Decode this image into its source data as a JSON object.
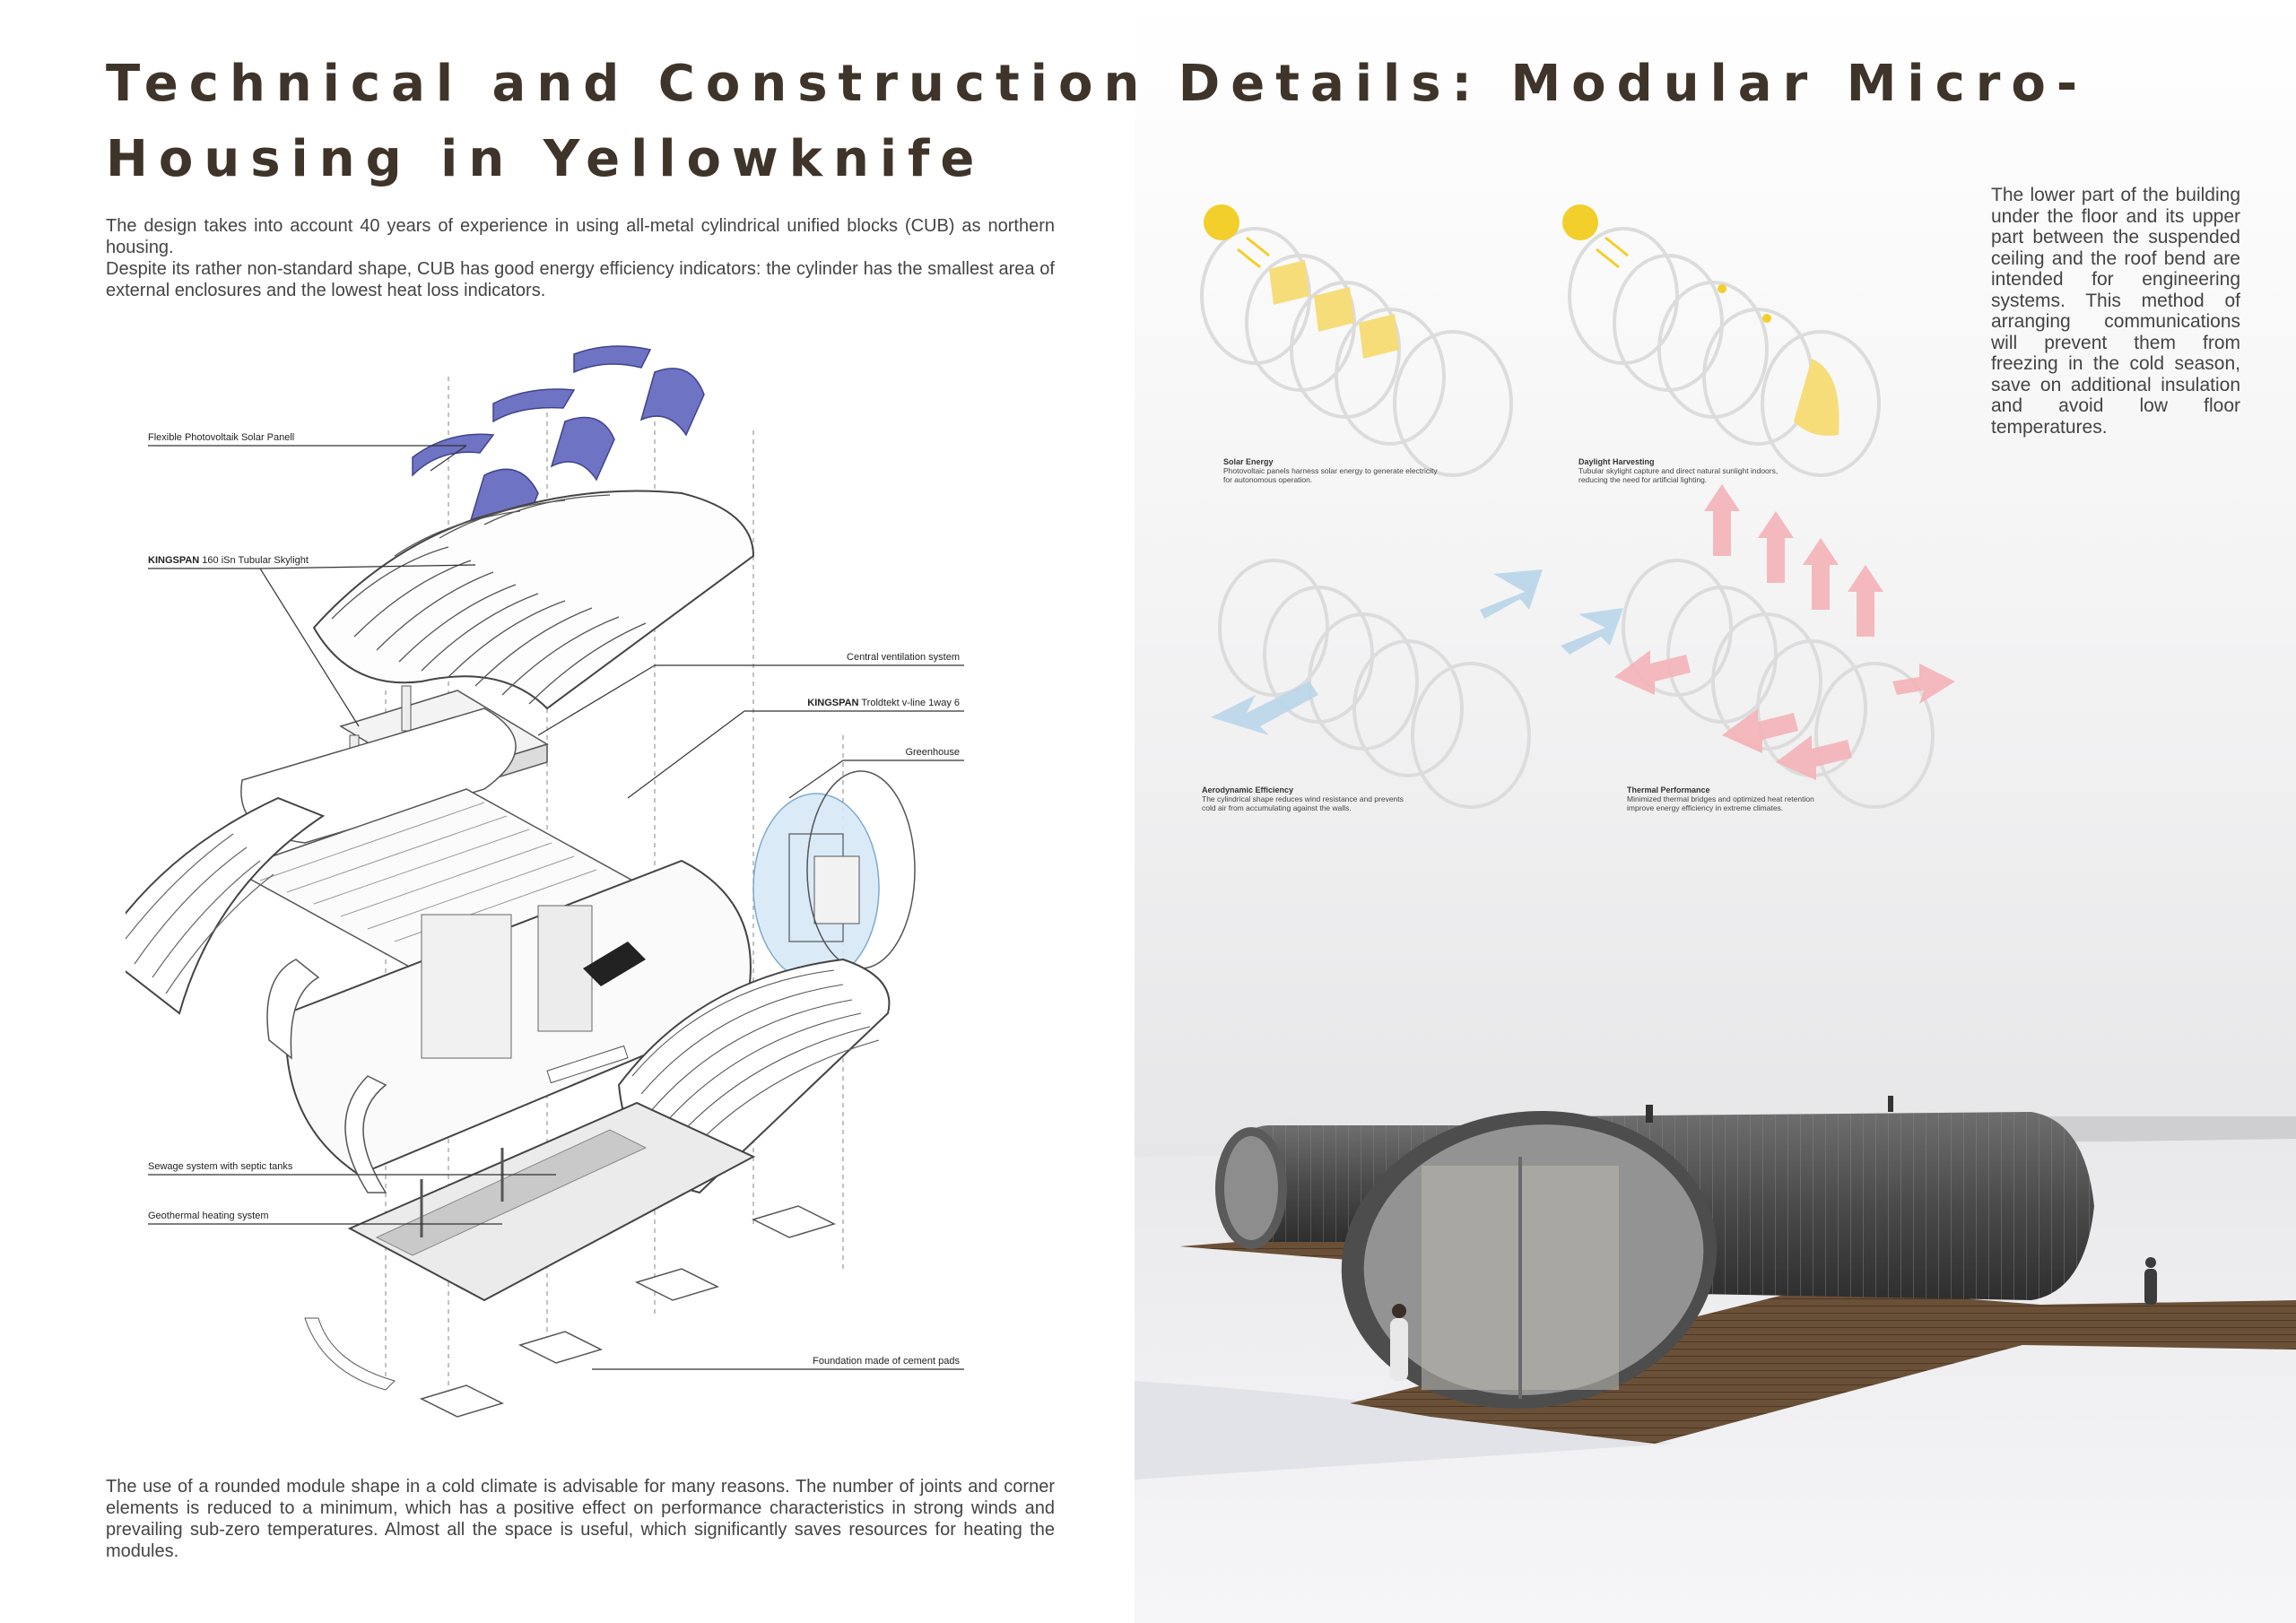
{
  "title": "Technical and Construction Details: Modular Micro-Housing in Yellowknife",
  "intro": {
    "p1": "The design takes into account 40 years of experience in using all-metal cylindrical unified blocks (CUB) as northern housing.",
    "p2": "Despite its rather non-standard shape, CUB has good energy efficiency indicators: the cylinder has the smallest area of external enclosures and the lowest heat loss indicators."
  },
  "outro": "The use of a rounded module shape in a cold climate is advisable for many reasons. The number of joints and corner elements is reduced to a minimum, which has a positive effect on performance characteristics in strong winds and prevailing sub-zero temperatures. Almost all the space is useful, which significantly saves resources for heating the modules.",
  "side_text": "The lower part of the building under the floor and its upper part between the suspended ceiling and the roof bend are intended for engineering systems. This method of arranging communications will prevent them from freezing in the cold season, save on additional insulation and avoid low floor temperatures.",
  "labels": {
    "solar_panel": "Flexible Photovoltaik Solar Panell",
    "skylight_brand": "KINGSPAN",
    "skylight": " 160 iSn Tubular Skylight",
    "ventilation": "Central ventilation system",
    "troldtekt_brand": "KINGSPAN",
    "troldtekt": " Troldtekt v-line 1way 6",
    "greenhouse": "Greenhouse",
    "sewage": "Sewage system with septic tanks",
    "geothermal": "Geothermal heating system",
    "foundation": "Foundation made of cement pads"
  },
  "diagrams": [
    {
      "title": "Solar Energy",
      "body": "Photovoltaic panels harness solar energy to generate electricity for autonomous operation."
    },
    {
      "title": "Daylight Harvesting",
      "body": "Tubular skylight capture and direct natural sunlight indoors, reducing the need for artificial lighting."
    },
    {
      "title": "Aerodynamic Efficiency",
      "body": "The cylindrical shape reduces wind resistance and prevents cold air from accumulating against the walls."
    },
    {
      "title": "Thermal Performance",
      "body": "Minimized thermal bridges and optimized heat retention improve energy efficiency in extreme climates."
    }
  ],
  "colors": {
    "title": "#3f342a",
    "sun": "#f2cf2a",
    "solar_panel": "#6f73c4",
    "wind": "#b9d6ea",
    "heat": "#f4b3b8",
    "deck": "#6b5038"
  }
}
